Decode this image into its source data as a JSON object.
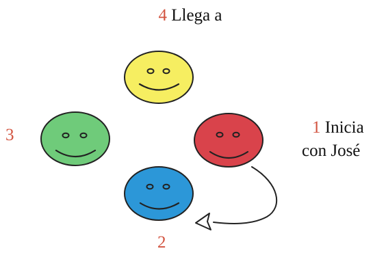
{
  "colors": {
    "step_number": "#d2533f",
    "text": "#111111",
    "face_yellow": "#f6ee61",
    "face_green": "#6fcb7a",
    "face_red": "#d9434b",
    "face_blue": "#2c97d8",
    "outline": "#222222"
  },
  "labels": {
    "step4_number": "4",
    "step4_text": "Llega a",
    "step3_number": "3",
    "step2_number": "2",
    "step1_number": "1",
    "step1_text_line1": "Inicia",
    "step1_text_line2": "con José"
  },
  "faces": [
    {
      "id": "yellow",
      "icon": "smiley-face-icon",
      "color": "#f6ee61"
    },
    {
      "id": "green",
      "icon": "smiley-face-icon",
      "color": "#6fcb7a"
    },
    {
      "id": "red",
      "icon": "smiley-face-icon",
      "color": "#d9434b"
    },
    {
      "id": "blue",
      "icon": "smiley-face-icon",
      "color": "#2c97d8"
    }
  ],
  "arrow": {
    "from": "red",
    "to": "blue",
    "icon": "curved-arrow-icon"
  }
}
